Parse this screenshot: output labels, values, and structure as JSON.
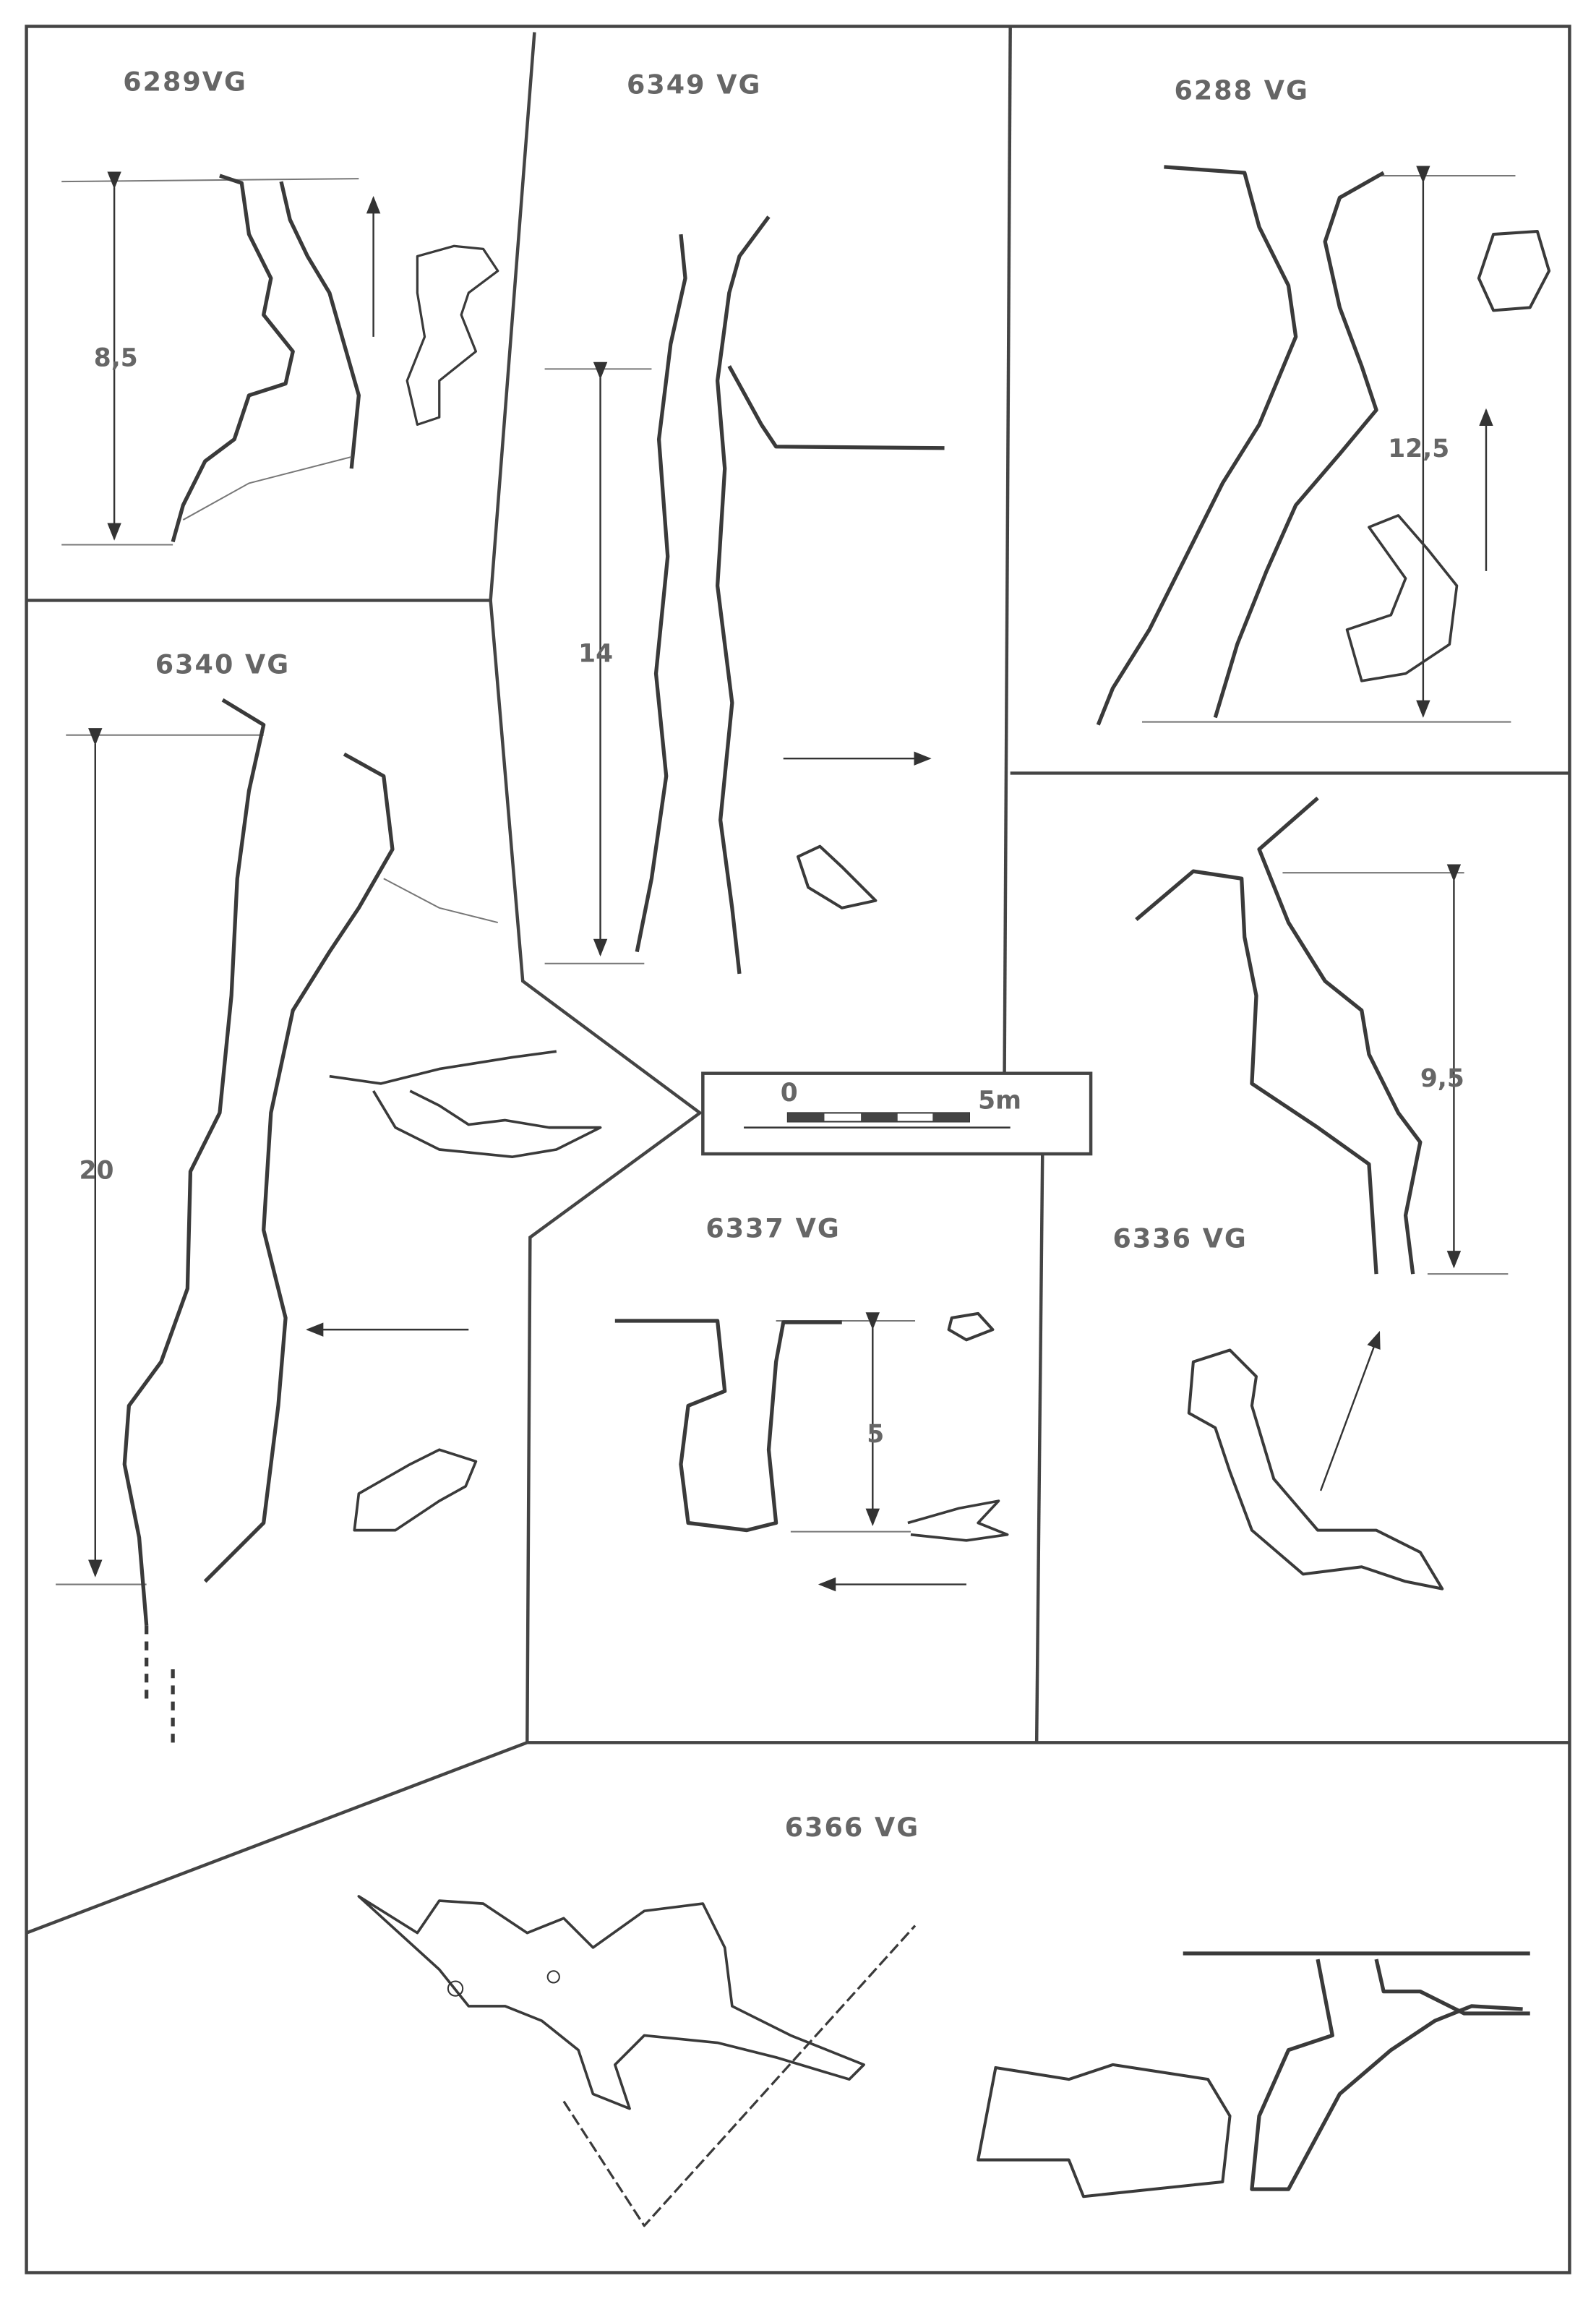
{
  "title": "Cave surveys",
  "caves": [
    {
      "id": "6289VG",
      "depth": "8,5"
    },
    {
      "id": "6349 VG",
      "depth": "14"
    },
    {
      "id": "6288 VG",
      "depth": "12,5"
    },
    {
      "id": "6340 VG",
      "depth": "20"
    },
    {
      "id": "6337 VG",
      "depth": "5"
    },
    {
      "id": "6336 VG",
      "depth": "9,5"
    },
    {
      "id": "6366 VG"
    }
  ],
  "scale": {
    "start": "0",
    "end": "5m"
  },
  "colors": {
    "ink": "#3a3a3a",
    "label": "#666666",
    "paper": "#ffffff"
  }
}
